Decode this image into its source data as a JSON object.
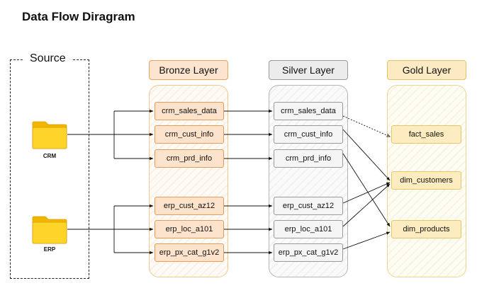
{
  "title": "Data Flow Diragram",
  "source": {
    "label": "Source",
    "systems": [
      {
        "id": "crm",
        "label": "CRM",
        "icon": "folder-icon"
      },
      {
        "id": "erp",
        "label": "ERP",
        "icon": "folder-icon"
      }
    ]
  },
  "layers": {
    "bronze": {
      "header": "Bronze Layer",
      "nodes": [
        "crm_sales_data",
        "crm_cust_info",
        "crm_prd_info",
        "erp_cust_az12",
        "erp_loc_a101",
        "erp_px_cat_g1v2"
      ]
    },
    "silver": {
      "header": "Silver Layer",
      "nodes": [
        "crm_sales_data",
        "crm_cust_info",
        "crm_prd_info",
        "erp_cust_az12",
        "erp_loc_a101",
        "erp_px_cat_g1v2"
      ]
    },
    "gold": {
      "header": "Gold Layer",
      "nodes": [
        "fact_sales",
        "dim_customers",
        "dim_products"
      ]
    }
  },
  "colors": {
    "bronze": "#e69b57",
    "silver": "#9a9a9a",
    "gold": "#e6c766",
    "folder": "#f6c400",
    "edge": "#111111"
  }
}
